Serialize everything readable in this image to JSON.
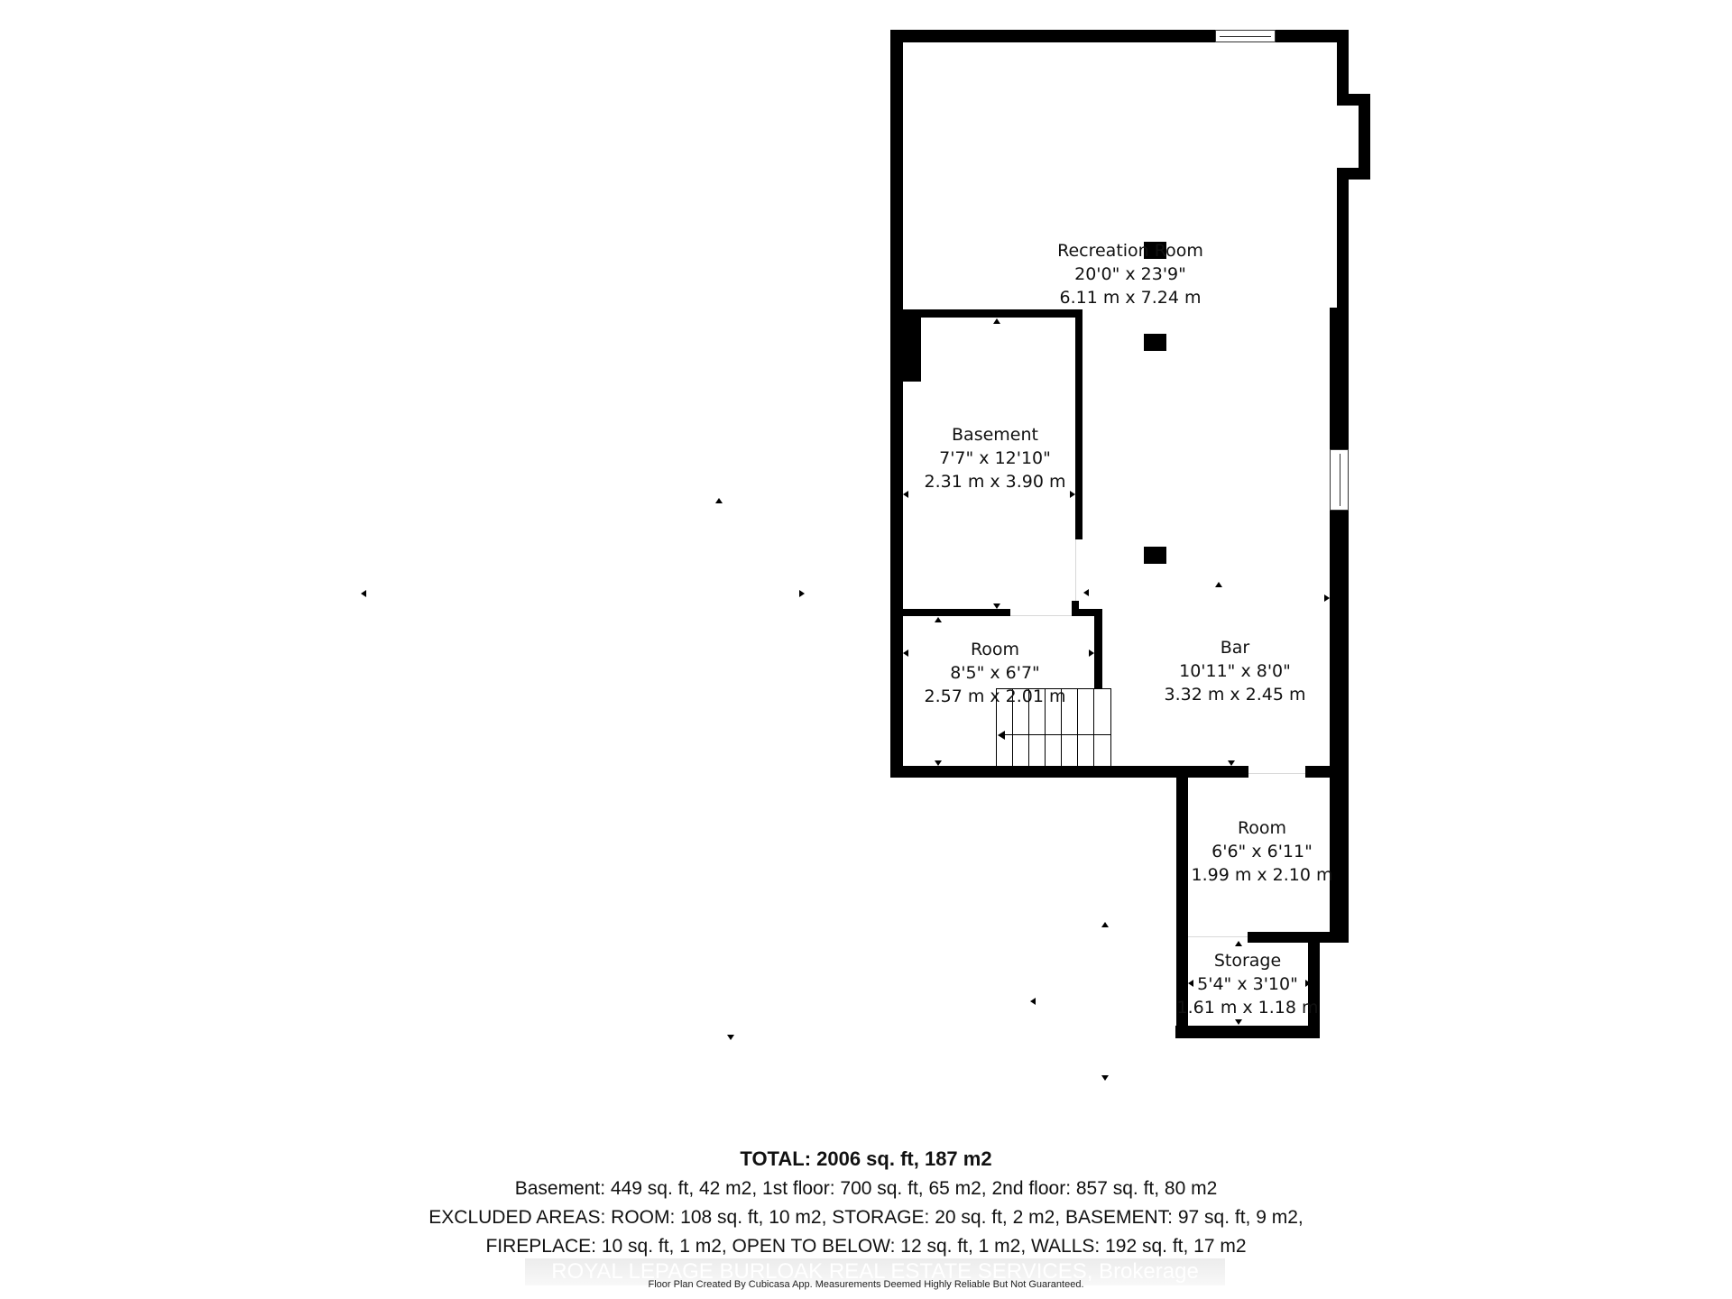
{
  "rooms": [
    {
      "name": "Recreation Room",
      "imperial": "20'0\" x 23'9\"",
      "metric": "6.11 m x 7.24 m"
    },
    {
      "name": "Basement",
      "imperial": "7'7\" x 12'10\"",
      "metric": "2.31 m x 3.90 m"
    },
    {
      "name": "Room",
      "imperial": "8'5\" x 6'7\"",
      "metric": "2.57 m x 2.01 m"
    },
    {
      "name": "Bar",
      "imperial": "10'11\" x 8'0\"",
      "metric": "3.32 m x 2.45 m"
    },
    {
      "name": "Room",
      "imperial": "6'6\" x 6'11\"",
      "metric": "1.99 m x 2.10 m"
    },
    {
      "name": "Storage",
      "imperial": "5'4\" x 3'10\"",
      "metric": "1.61 m x 1.18 m"
    }
  ],
  "summary": {
    "total": "TOTAL: 2006 sq. ft, 187 m2",
    "floors": "Basement: 449 sq. ft, 42 m2, 1st floor: 700 sq. ft, 65 m2, 2nd floor: 857 sq. ft, 80 m2",
    "excluded_1": "EXCLUDED AREAS: ROOM: 108 sq. ft, 10 m2, STORAGE: 20 sq. ft, 2 m2, BASEMENT: 97 sq. ft, 9 m2,",
    "excluded_2": "FIREPLACE: 10 sq. ft, 1 m2, OPEN TO BELOW: 12 sq. ft, 1 m2, WALLS: 192 sq. ft, 17 m2"
  },
  "watermark": "ROYAL LEPAGE BURLOAK REAL ESTATE SERVICES, Brokerage",
  "credit": "Floor Plan Created By Cubicasa App. Measurements Deemed Highly Reliable But Not Guaranteed.",
  "colors": {
    "wall": "#000000",
    "background": "#ffffff"
  }
}
